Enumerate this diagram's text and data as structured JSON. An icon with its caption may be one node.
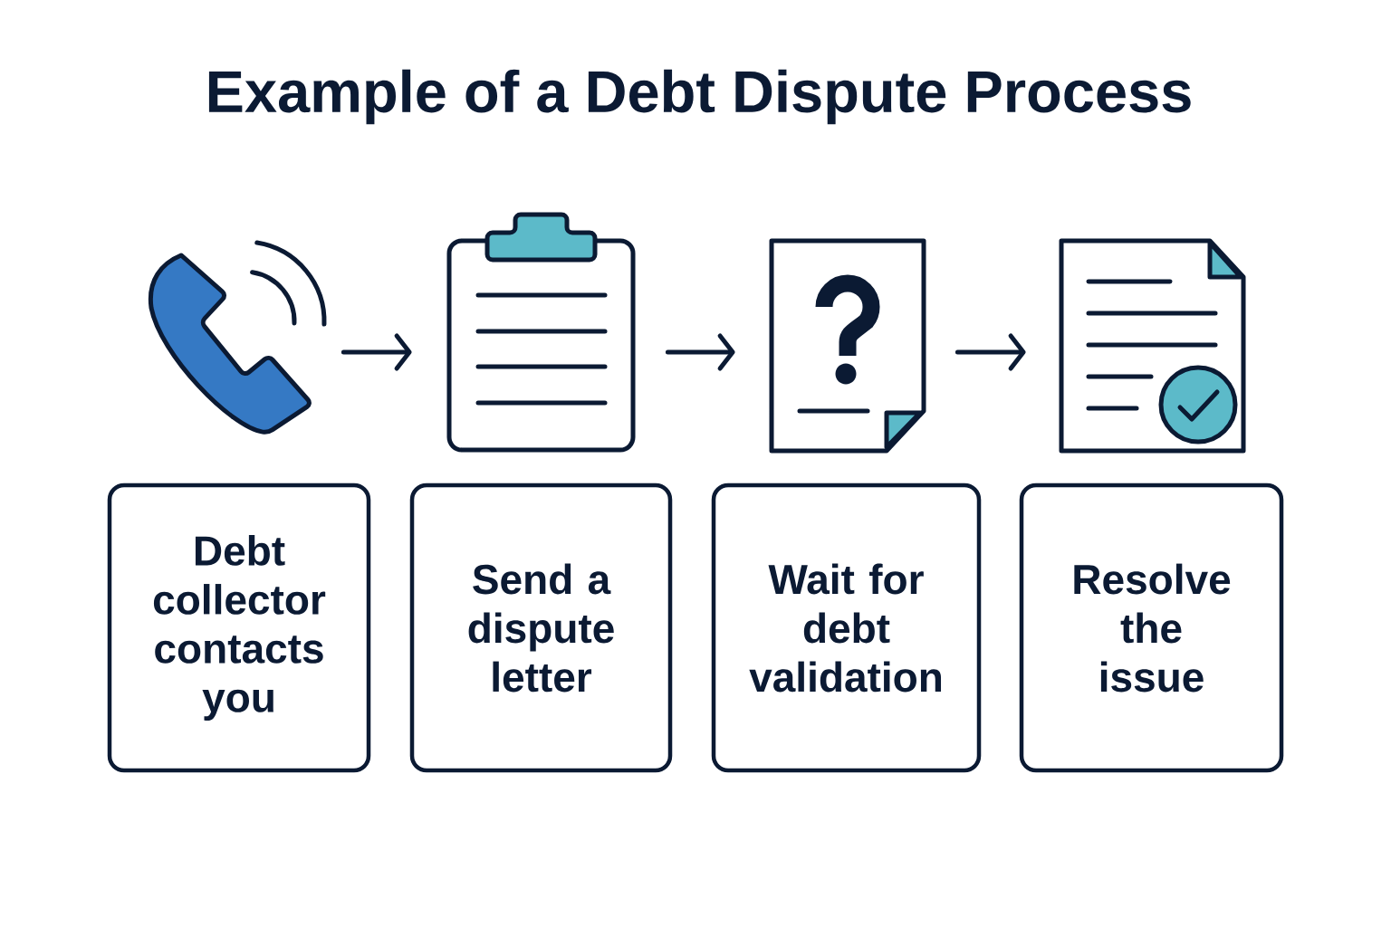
{
  "diagram": {
    "title": "Example of a Debt Dispute Process",
    "nodes": [
      {
        "text": [],
        "shape": "picture"
      },
      {
        "text": [],
        "shape": "picture"
      },
      {
        "text": [],
        "shape": "picture"
      },
      {
        "text": [],
        "shape": "picture"
      },
      {
        "text": [
          "Debt collector contacts you"
        ]
      },
      {
        "text": [
          "Send a dispute letter"
        ]
      },
      {
        "text": [
          "Wait for debt validation"
        ]
      },
      {
        "text": [
          "Resolve the issue"
        ]
      }
    ],
    "edges": [
      {
        "from": 0,
        "to": 1,
        "arrow": "to"
      },
      {
        "from": 1,
        "to": 2,
        "arrow": "to"
      },
      {
        "from": 2,
        "to": 3,
        "arrow": "to"
      }
    ]
  }
}
